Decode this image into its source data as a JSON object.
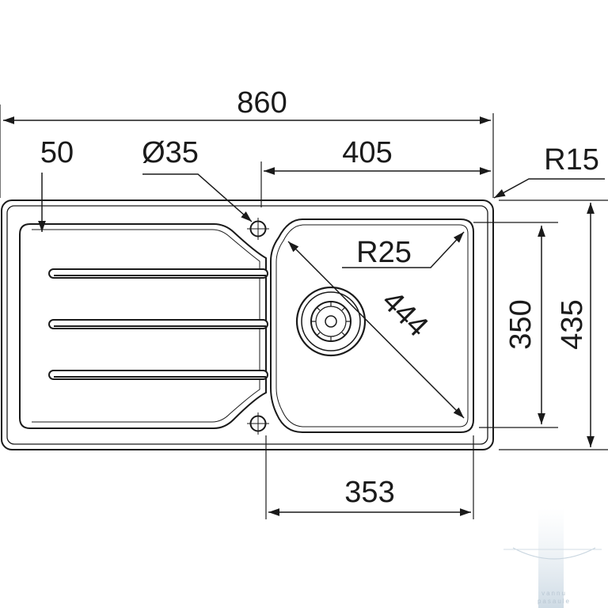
{
  "dimensions": {
    "overall_width": "860",
    "drainer_edge_offset": "50",
    "tap_hole_diameter": "Ø35",
    "bowl_width_top": "405",
    "outer_corner_radius": "R15",
    "bowl_corner_radius": "R25",
    "bowl_diagonal": "444",
    "bowl_depth": "350",
    "overall_depth": "435",
    "bowl_width_bottom": "353"
  },
  "watermark": {
    "line1": "vannu",
    "line2": "pasaule"
  },
  "colors": {
    "line": "#1a1a1a",
    "background": "#ffffff",
    "watermark": "#b9c7d3"
  }
}
